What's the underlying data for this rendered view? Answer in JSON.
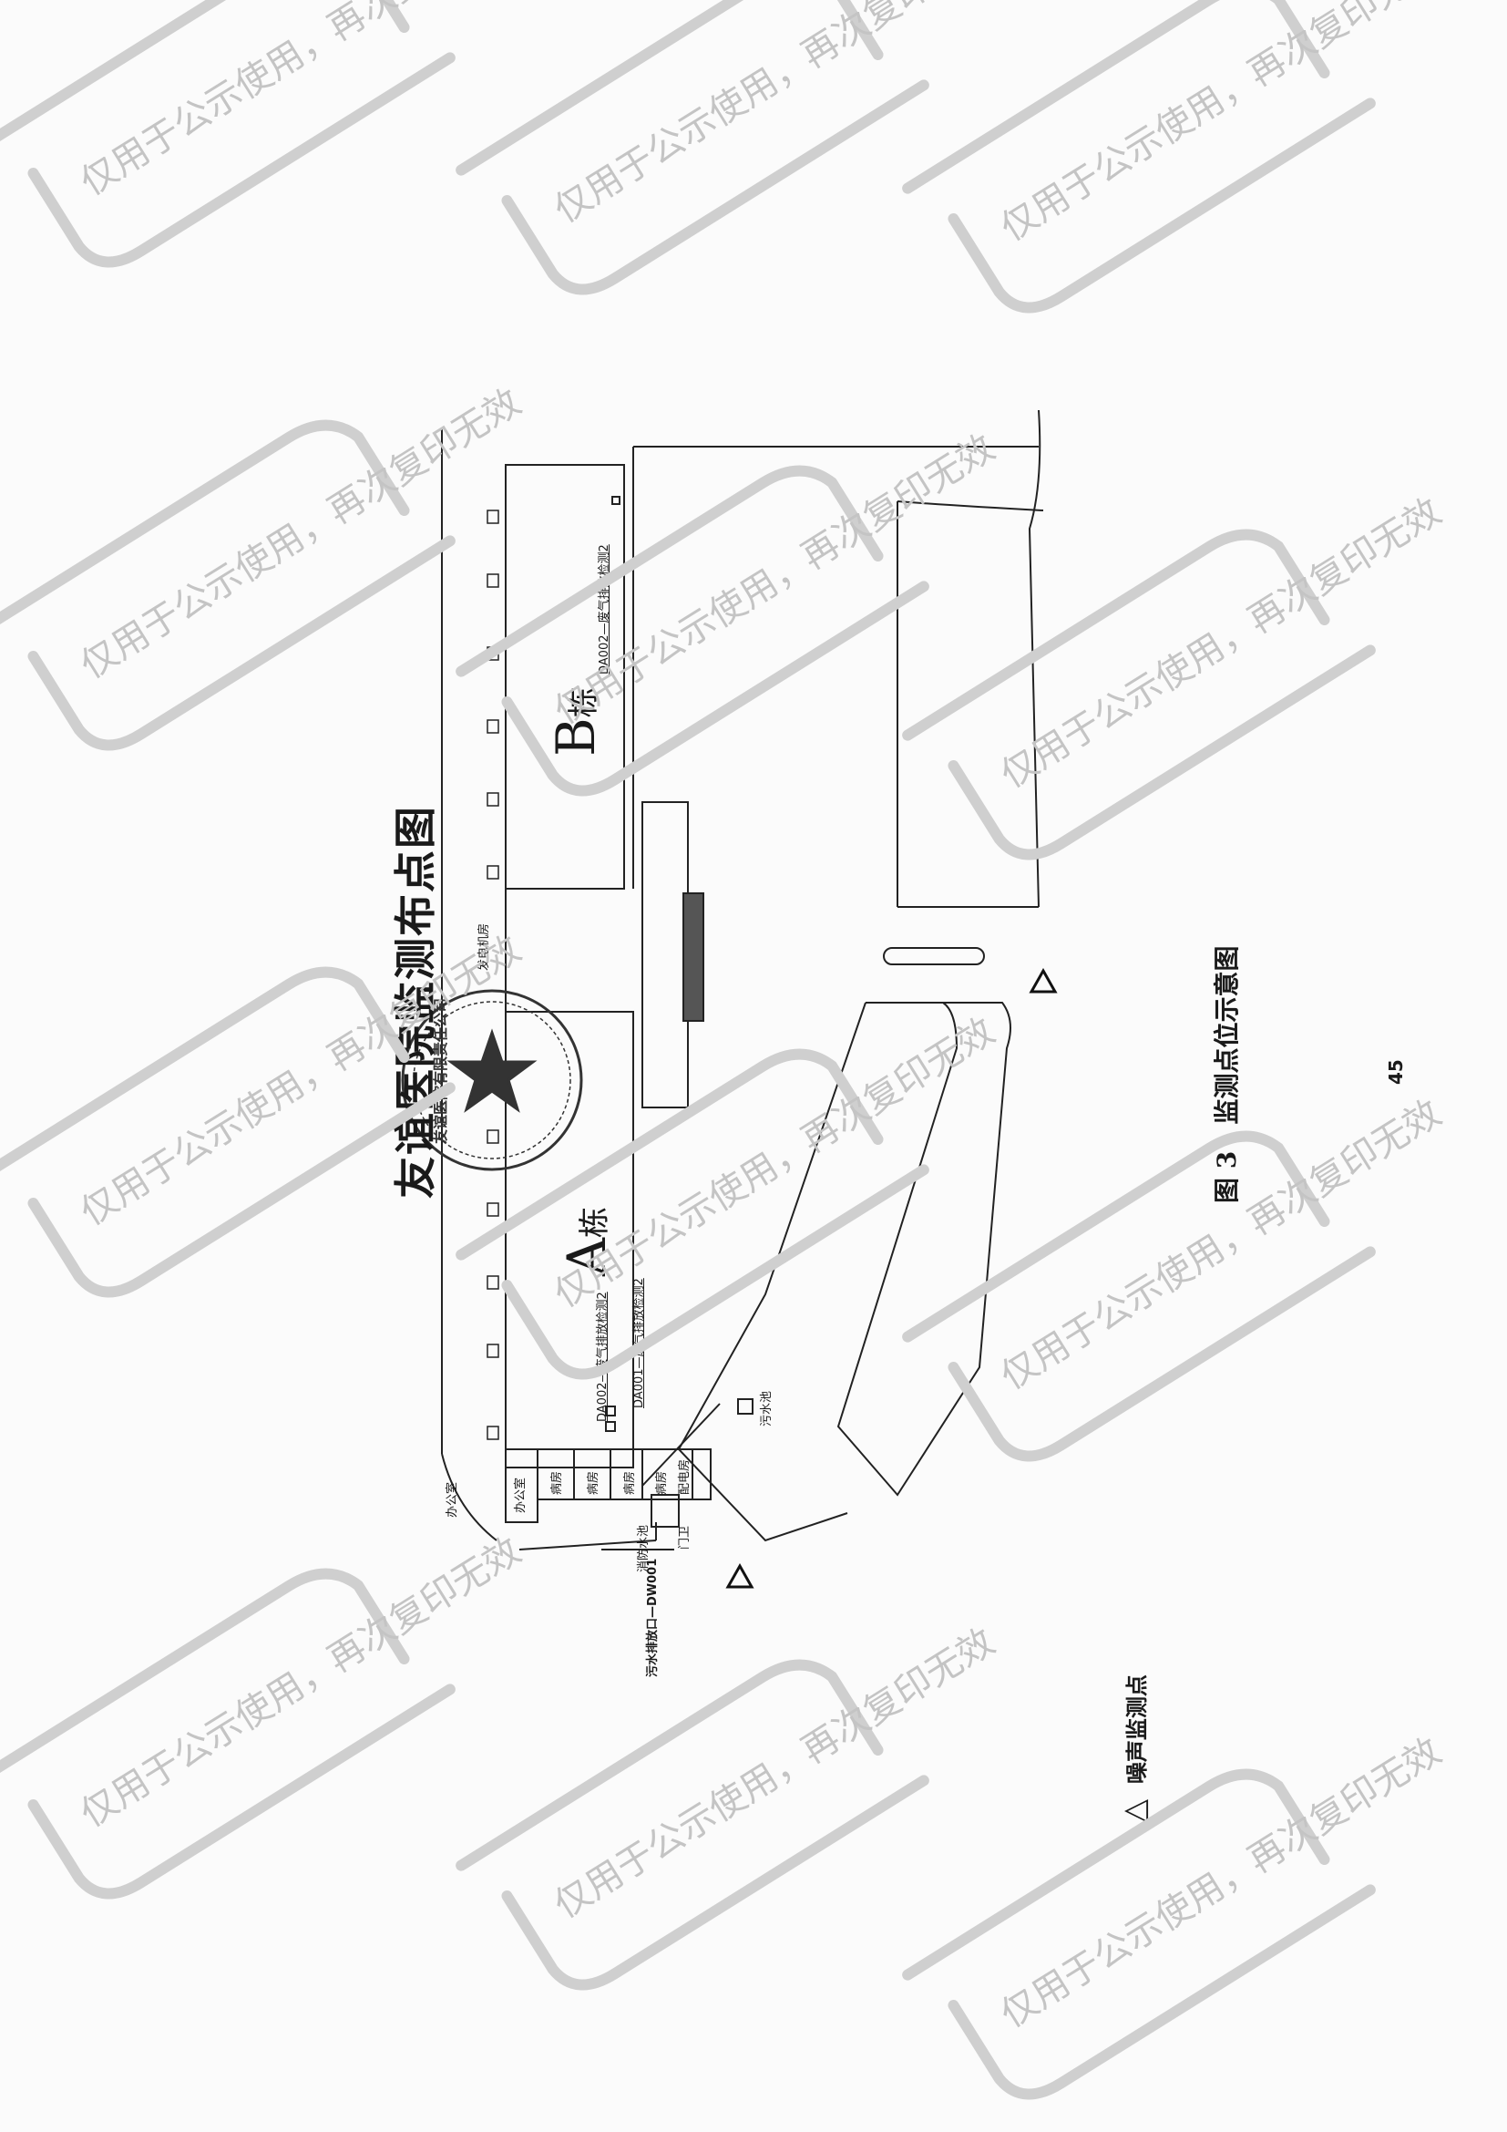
{
  "map": {
    "title": "友谊医院监测布点图",
    "building_a": {
      "letter": "A",
      "suffix": "栋"
    },
    "building_b": {
      "letter": "B",
      "suffix": "栋"
    },
    "label_da002_a": "DA002—废气排放检测2",
    "label_da001": "DA001—废气排放检测2",
    "label_da002_b": "DA002—废气排放检测2",
    "label_dw001": "污水排放口—DW001",
    "label_pool": "污水池",
    "room_labels": [
      "办公室",
      "病房",
      "病房",
      "病房",
      "病房",
      "配电房",
      "发电机房",
      "消防水池",
      "门卫",
      "办公室"
    ]
  },
  "stamp": {
    "text": "友谊医院有限责任公司"
  },
  "caption": {
    "figure": "图 3",
    "text": "监测点位示意图"
  },
  "page_number": "45",
  "legend": {
    "symbol": "△",
    "label": "噪声监测点"
  },
  "watermark": {
    "text_a": "仅用于公示使用，再次复印无效",
    "text_b": "仅用于公示使用，再次复印无效"
  }
}
